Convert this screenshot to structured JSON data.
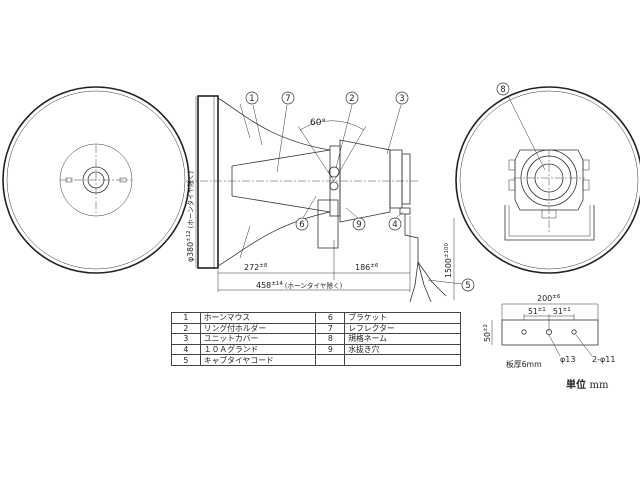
{
  "title": "",
  "angle_label": "60°",
  "callouts": [
    "1",
    "7",
    "2",
    "3",
    "6",
    "9",
    "4",
    "5",
    "8"
  ],
  "dimensions": {
    "diameter": "φ380",
    "diameter_tol": "±12",
    "diameter_note": "(ホーンタイヤ除く)",
    "len_272": "272",
    "len_272_tol": "±8",
    "len_186": "186",
    "len_186_tol": "±6",
    "len_458": "458",
    "len_458_tol": "±14",
    "len_458_note": "(ホーンタイヤ除く)",
    "cord": "1500",
    "cord_tol": "±100",
    "bracket_w": "200",
    "bracket_w_tol": "±6",
    "pitch_a": "51",
    "pitch_a_tol": "±1",
    "pitch_b": "51",
    "pitch_b_tol": "±1",
    "bracket_h": "50",
    "bracket_h_tol": "±2",
    "plate_thickness": "板厚6mm",
    "hole_center": "φ13",
    "hole_side": "2-φ11"
  },
  "parts": [
    {
      "left_num": "1",
      "left_name": "ホーンマウス",
      "right_num": "6",
      "right_name": "ブラケット"
    },
    {
      "left_num": "2",
      "left_name": "リング付ホルダー",
      "right_num": "7",
      "right_name": "レフレクター"
    },
    {
      "left_num": "3",
      "left_name": "ユニットカバー",
      "right_num": "8",
      "right_name": "規格ネーム"
    },
    {
      "left_num": "4",
      "left_name": "１０Ａグランド",
      "right_num": "9",
      "right_name": "水抜き穴"
    },
    {
      "left_num": "5",
      "left_name": "キャブタイヤコード",
      "right_num": "",
      "right_name": ""
    }
  ],
  "unit_label": "単位",
  "unit_value": "mm"
}
